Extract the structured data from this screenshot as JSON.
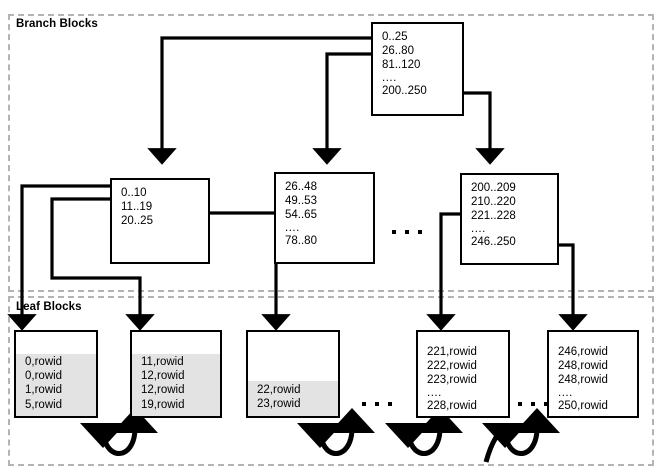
{
  "diagram": {
    "title_branch": "Branch Blocks",
    "title_leaf": "Leaf Blocks",
    "colors": {
      "node_border": "#000000",
      "region_border": "#b3b3b3",
      "leaf_fill": "#e3e3e3",
      "background": "#ffffff",
      "wire": "#000000"
    },
    "ellipsis": "...."
  },
  "branch_blocks": {
    "root": {
      "name": "root-block",
      "entries": [
        "0..25",
        "26..80",
        "81..120"
      ],
      "ellipsis": "....",
      "last_entry": "200..250"
    },
    "children": [
      {
        "name": "branch-block-left",
        "entries": [
          "0..10",
          "11..19",
          "20..25"
        ],
        "ellipsis": "",
        "last_entry": ""
      },
      {
        "name": "branch-block-middle",
        "entries": [
          "26..48",
          "49..53",
          "54..65"
        ],
        "ellipsis": "....",
        "last_entry": "78..80"
      },
      {
        "name": "branch-block-right",
        "entries": [
          "200..209",
          "210..220",
          "221..228"
        ],
        "ellipsis": "....",
        "last_entry": "246..250"
      }
    ]
  },
  "leaf_blocks": [
    {
      "name": "leaf-block-1",
      "entries": [
        "0,rowid",
        "0,rowid",
        "1,rowid",
        "5,rowid"
      ],
      "ellipsis": "",
      "last_entry": ""
    },
    {
      "name": "leaf-block-2",
      "entries": [
        "11,rowid",
        "12,rowid",
        "12,rowid",
        "19,rowid"
      ],
      "ellipsis": "",
      "last_entry": ""
    },
    {
      "name": "leaf-block-3",
      "entries": [
        "22,rowid",
        "23,rowid"
      ],
      "ellipsis": "",
      "last_entry": ""
    },
    {
      "name": "leaf-block-4",
      "entries": [
        "221,rowid",
        "222,rowid",
        "223,rowid"
      ],
      "ellipsis": "....",
      "last_entry": "228,rowid"
    },
    {
      "name": "leaf-block-5",
      "entries": [
        "246,rowid",
        "248,rowid",
        "248,rowid"
      ],
      "ellipsis": "....",
      "last_entry": "250,rowid"
    }
  ]
}
